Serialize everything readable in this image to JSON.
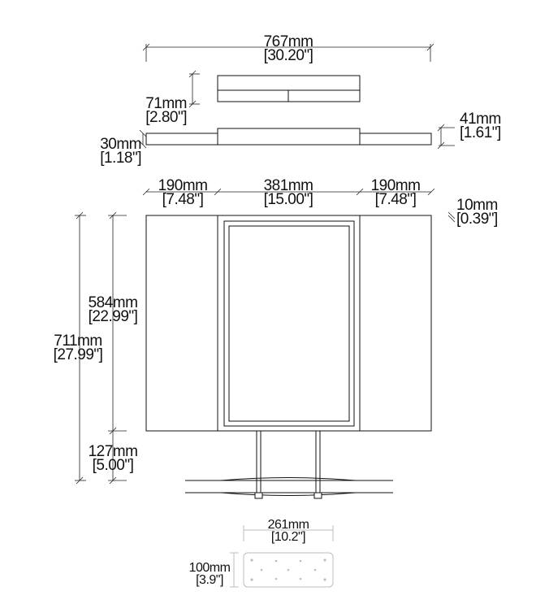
{
  "dimensions": {
    "overall_width": {
      "mm": "767mm",
      "inch": "[30.20\"]"
    },
    "top_height": {
      "mm": "71mm",
      "inch": "[2.80\"]"
    },
    "folded_thickness": {
      "mm": "41mm",
      "inch": "[1.61\"]"
    },
    "wing_thickness": {
      "mm": "30mm",
      "inch": "[1.18\"]"
    },
    "left_wing_width": {
      "mm": "190mm",
      "inch": "[7.48\"]"
    },
    "center_width": {
      "mm": "381mm",
      "inch": "[15.00\"]"
    },
    "right_wing_width": {
      "mm": "190mm",
      "inch": "[7.48\"]"
    },
    "frame_border": {
      "mm": "10mm",
      "inch": "[0.39\"]"
    },
    "panel_height": {
      "mm": "584mm",
      "inch": "[22.99\"]"
    },
    "total_height": {
      "mm": "711mm",
      "inch": "[27.99\"]"
    },
    "stand_height": {
      "mm": "127mm",
      "inch": "[5.00\"]"
    },
    "base_width": {
      "mm": "261mm",
      "inch": "[10.2\"]"
    },
    "base_depth": {
      "mm": "100mm",
      "inch": "[3.9\"]"
    }
  }
}
